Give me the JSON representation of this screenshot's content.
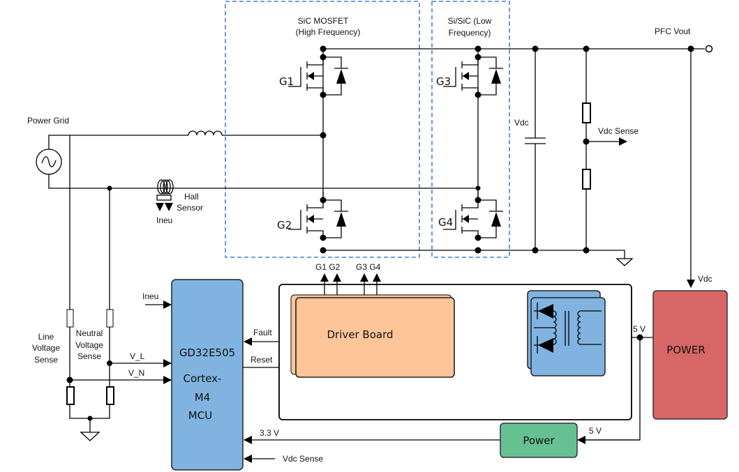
{
  "power_stage": {
    "hf_group_title_1": "SiC MOSFET",
    "hf_group_title_2": "(High Frequency)",
    "lf_group_title_1": "Si/SiC (Low",
    "lf_group_title_2": "Frequency)",
    "gates": [
      "G1",
      "G2",
      "G3",
      "G4"
    ],
    "power_grid_label": "Power Grid",
    "hall_sensor_label_1": "Hall",
    "hall_sensor_label_2": "Sensor",
    "ineu_label": "Ineu",
    "vdc_cap_label": "Vdc",
    "vdc_sense_label": "Vdc Sense",
    "pfc_vout_label": "PFC Vout"
  },
  "sensing": {
    "line_voltage_1": "Line",
    "line_voltage_2": "Voltage",
    "line_voltage_3": "Sense",
    "neutral_voltage_1": "Neutral",
    "neutral_voltage_2": "Voltage",
    "neutral_voltage_3": "Sense",
    "v_l": "V_L",
    "v_n": "V_N",
    "ineu": "Ineu"
  },
  "mcu": {
    "part": "GD32E505",
    "core_1": "Cortex-",
    "core_2": "M4",
    "type": "MCU",
    "fault": "Fault",
    "reset": "Reset",
    "supply": "3.3 V",
    "vdc_sense": "Vdc Sense",
    "color": "#80b3e0"
  },
  "driver": {
    "label": "Driver Board",
    "gate_labels_left": "G1 G2",
    "gate_labels_right": "G3 G4",
    "color": "#fec599"
  },
  "power": {
    "main_label": "POWER",
    "main_color": "#d86666",
    "vdc_in": "Vdc",
    "rail_5v_top": "5 V",
    "rail_5v_bottom": "5 V",
    "ldo_label": "Power",
    "ldo_color": "#66c192"
  }
}
